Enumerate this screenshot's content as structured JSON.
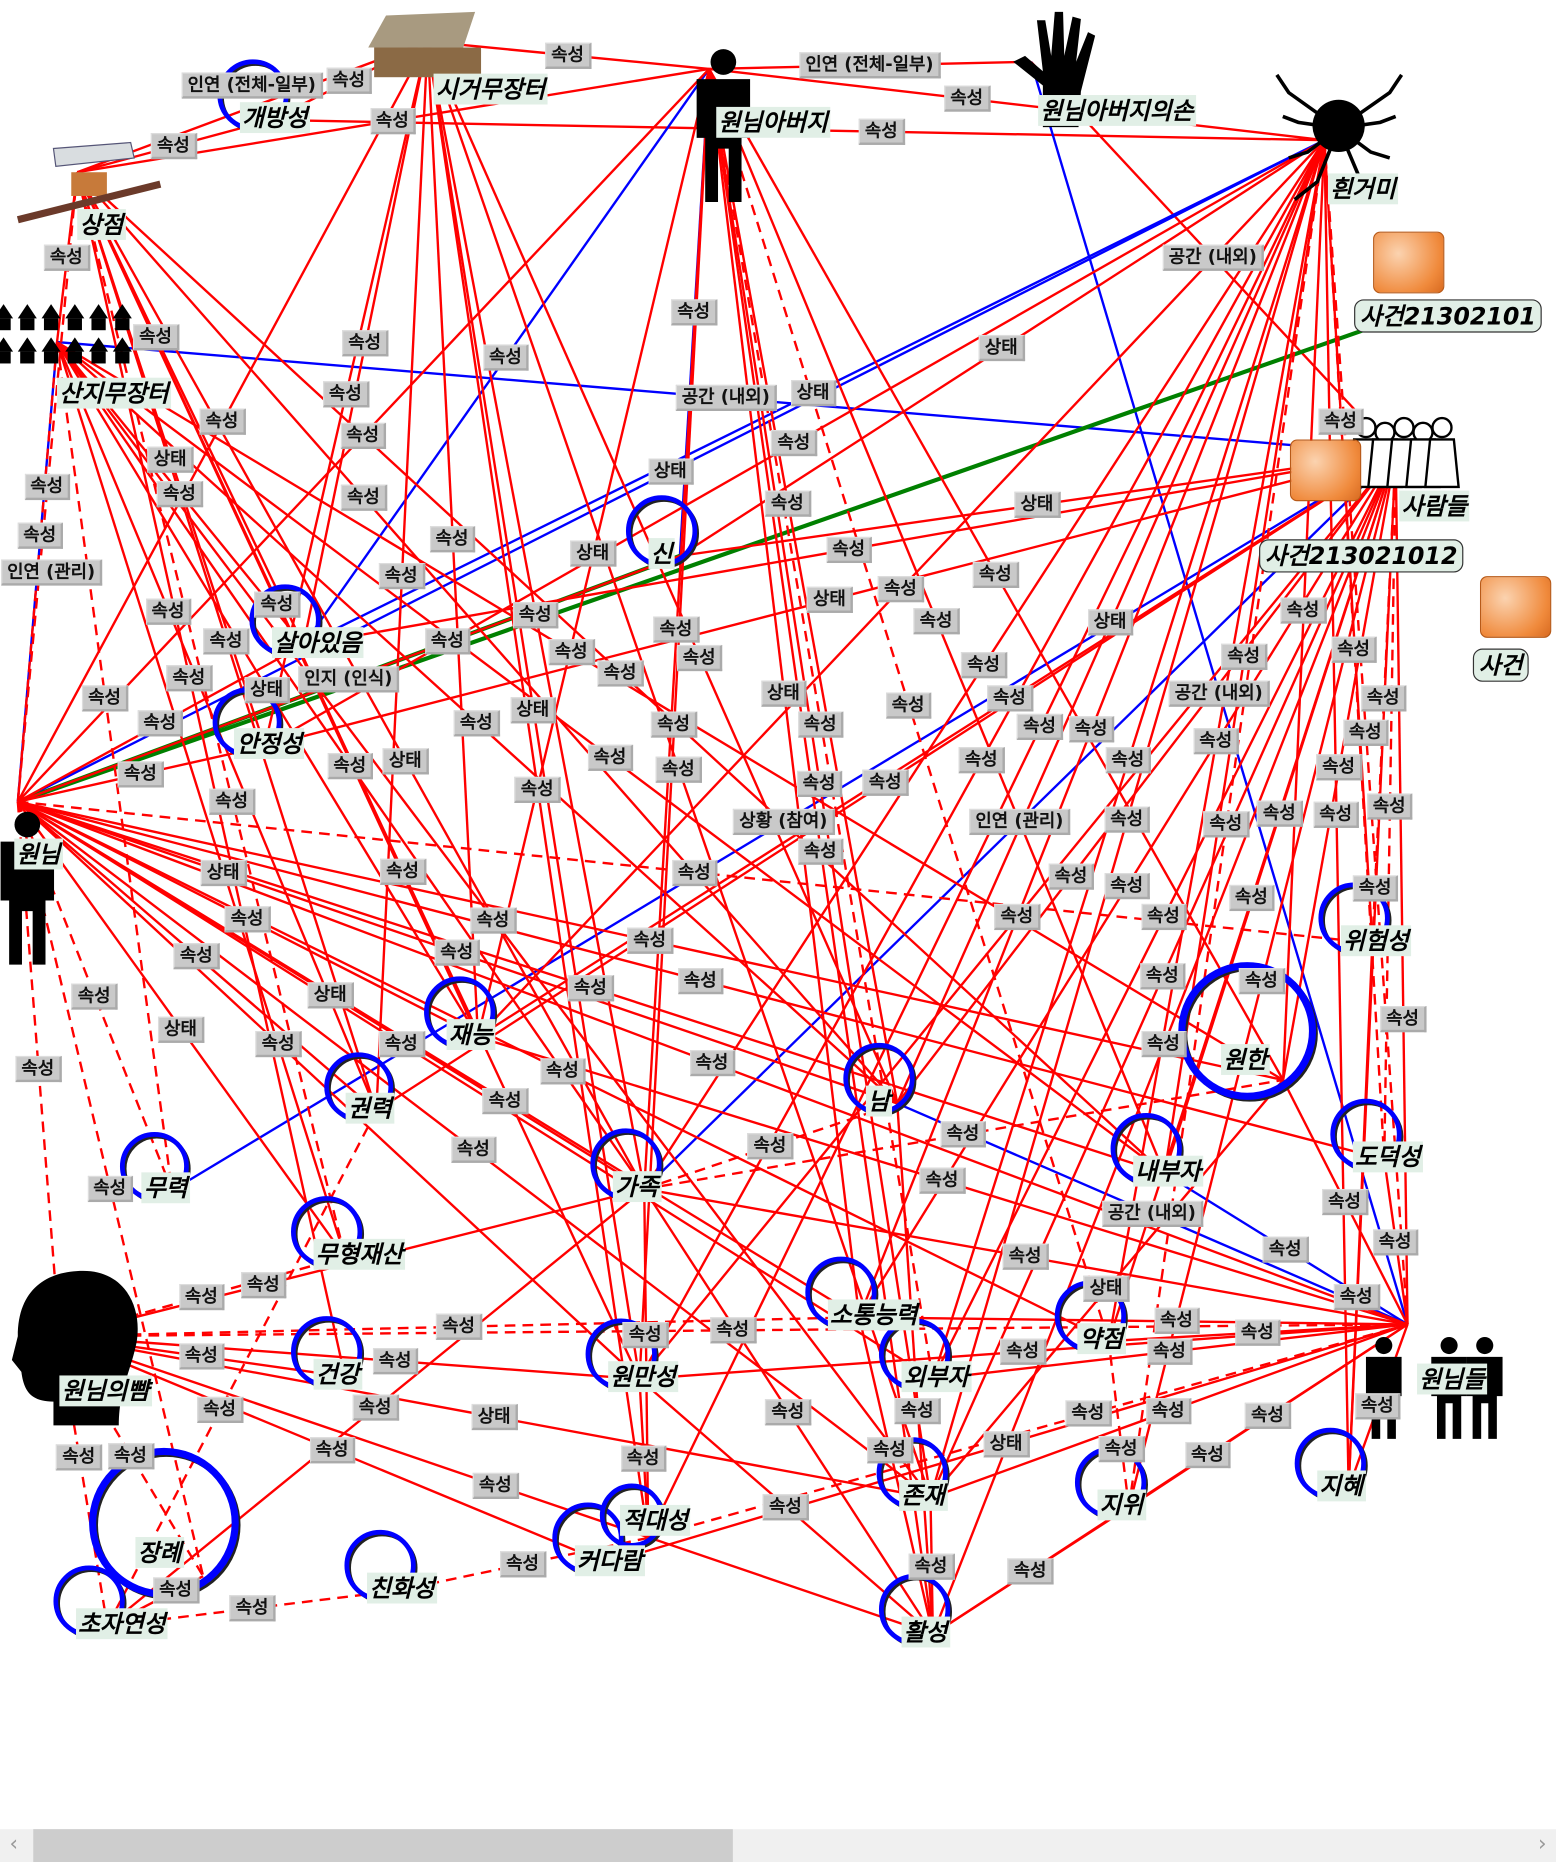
{
  "colors": {
    "relation": "#ff0000",
    "spatial": "#0000ff",
    "event": "#008000",
    "node_ring": "#0000ff",
    "label_bg": "#e1efe6",
    "edge_label_bg": "#c9c9c9"
  },
  "nodes": [
    {
      "id": "market",
      "label": "시거무장터",
      "icon": "market-stall-icon"
    },
    {
      "id": "openness",
      "label": "개방성",
      "icon": "ring"
    },
    {
      "id": "shop",
      "label": "상점",
      "icon": "stall-icon"
    },
    {
      "id": "village",
      "label": "산지무장터",
      "icon": "village-icon"
    },
    {
      "id": "father",
      "label": "원님아버지",
      "icon": "person-icon"
    },
    {
      "id": "hand",
      "label": "원님아버지의손",
      "icon": "hand-icon"
    },
    {
      "id": "spider",
      "label": "흰거미",
      "icon": "spider-icon"
    },
    {
      "id": "case1",
      "label": "사건21302101",
      "icon": "case-box-icon"
    },
    {
      "id": "people",
      "label": "사람들",
      "icon": "people-group-icon"
    },
    {
      "id": "case2",
      "label": "사건213021012",
      "icon": "case-box-icon"
    },
    {
      "id": "case3",
      "label": "사건",
      "icon": "case-box-icon"
    },
    {
      "id": "wonnim",
      "label": "원님",
      "icon": "person-icon"
    },
    {
      "id": "sin",
      "label": "신",
      "icon": "ring"
    },
    {
      "id": "alive",
      "label": "살아있음",
      "icon": "ring"
    },
    {
      "id": "stable",
      "label": "안정성",
      "icon": "ring"
    },
    {
      "id": "talent",
      "label": "재능",
      "icon": "ring"
    },
    {
      "id": "power",
      "label": "권력",
      "icon": "ring"
    },
    {
      "id": "force",
      "label": "무력",
      "icon": "ring"
    },
    {
      "id": "intangible",
      "label": "무형재산",
      "icon": "ring"
    },
    {
      "id": "family",
      "label": "가족",
      "icon": "ring"
    },
    {
      "id": "nam",
      "label": "남",
      "icon": "ring"
    },
    {
      "id": "grudge",
      "label": "원한",
      "icon": "ring"
    },
    {
      "id": "danger",
      "label": "위험성",
      "icon": "ring"
    },
    {
      "id": "moral",
      "label": "도덕성",
      "icon": "ring"
    },
    {
      "id": "insider",
      "label": "내부자",
      "icon": "ring"
    },
    {
      "id": "cheek",
      "label": "원님의뺨",
      "icon": "head-icon"
    },
    {
      "id": "health",
      "label": "건강",
      "icon": "ring"
    },
    {
      "id": "harmony",
      "label": "원만성",
      "icon": "ring"
    },
    {
      "id": "comm",
      "label": "소통능력",
      "icon": "ring"
    },
    {
      "id": "outsider",
      "label": "외부자",
      "icon": "ring"
    },
    {
      "id": "weak",
      "label": "약점",
      "icon": "ring"
    },
    {
      "id": "wonnims",
      "label": "원님들",
      "icon": "people-row-icon"
    },
    {
      "id": "funeral",
      "label": "장례",
      "icon": "ring"
    },
    {
      "id": "super",
      "label": "초자연성",
      "icon": "ring"
    },
    {
      "id": "friendly",
      "label": "친화성",
      "icon": "ring"
    },
    {
      "id": "big",
      "label": "커다람",
      "icon": "ring"
    },
    {
      "id": "hostile",
      "label": "적대성",
      "icon": "ring"
    },
    {
      "id": "exist",
      "label": "존재",
      "icon": "ring"
    },
    {
      "id": "status",
      "label": "지위",
      "icon": "ring"
    },
    {
      "id": "wisdom",
      "label": "지혜",
      "icon": "ring"
    },
    {
      "id": "active",
      "label": "활성",
      "icon": "ring"
    }
  ],
  "edges": [
    [
      "father",
      "hand",
      "인연 (전체-일부)",
      "s"
    ],
    [
      "father",
      "spider",
      "속성",
      "s"
    ],
    [
      "market",
      "openness",
      "속성",
      "s"
    ],
    [
      "shop",
      "openness",
      "속성",
      "s"
    ],
    [
      "shop",
      "market",
      "인연 (전체-일부)",
      "s"
    ],
    [
      "shop",
      "village",
      "속성",
      "s"
    ],
    [
      "openness",
      "spider",
      "속성",
      "s"
    ],
    [
      "market",
      "father",
      "속성",
      "s"
    ],
    [
      "hand",
      "people",
      "공간 (내외)",
      "s"
    ],
    [
      "village",
      "people",
      "공간 (내외)",
      "b"
    ],
    [
      "wonnim",
      "village",
      "인연 (관리)",
      "b"
    ],
    [
      "father",
      "alive",
      "속성",
      "b"
    ],
    [
      "father",
      "sin",
      "속성",
      "b"
    ],
    [
      "spider",
      "alive",
      "상태",
      "b"
    ],
    [
      "spider",
      "wonnim",
      "상태",
      "b"
    ],
    [
      "people",
      "force",
      "상황 (참여)",
      "b"
    ],
    [
      "people",
      "family",
      "인연 (관리)",
      "b"
    ],
    [
      "wonnims",
      "nam",
      "공간 (내외)",
      "b"
    ],
    [
      "wonnims",
      "insider",
      "속성",
      "b"
    ],
    [
      "wonnims",
      "hand",
      "공간 (내외)",
      "b"
    ],
    [
      "wonnim",
      "case1",
      "",
      "g"
    ],
    [
      "wonnim",
      "sin",
      "인지 (인식)",
      "g"
    ],
    [
      "wonnim",
      "alive",
      "속성",
      "s"
    ],
    [
      "wonnim",
      "stable",
      "속성",
      "s"
    ],
    [
      "wonnim",
      "talent",
      "속성",
      "s"
    ],
    [
      "wonnim",
      "power",
      "속성",
      "s"
    ],
    [
      "wonnim",
      "force",
      "속성",
      "d"
    ],
    [
      "wonnim",
      "family",
      "상태",
      "s"
    ],
    [
      "wonnim",
      "nam",
      "속성",
      "s"
    ],
    [
      "wonnim",
      "grudge",
      "속성",
      "s"
    ],
    [
      "wonnim",
      "insider",
      "속성",
      "s"
    ],
    [
      "wonnim",
      "harmony",
      "속성",
      "s"
    ],
    [
      "wonnim",
      "comm",
      "속성",
      "s"
    ],
    [
      "wonnim",
      "exist",
      "속성",
      "s"
    ],
    [
      "wonnim",
      "wonnims",
      "속성",
      "s"
    ],
    [
      "wonnim",
      "cheek",
      "속성",
      "d"
    ],
    [
      "wonnim",
      "danger",
      "속성",
      "d"
    ],
    [
      "wonnim",
      "moral",
      "속성",
      "s"
    ],
    [
      "wonnim",
      "intangible",
      "상태",
      "s"
    ],
    [
      "wonnim",
      "outsider",
      "속성",
      "s"
    ],
    [
      "wonnim",
      "funeral",
      "속성",
      "d"
    ],
    [
      "wonnim",
      "weak",
      "속성",
      "s"
    ],
    [
      "wonnim",
      "sin",
      "속성",
      "s"
    ],
    [
      "spider",
      "talent",
      "속성",
      "s"
    ],
    [
      "spider",
      "family",
      "속성",
      "s"
    ],
    [
      "spider",
      "nam",
      "상태",
      "s"
    ],
    [
      "spider",
      "insider",
      "속성",
      "s"
    ],
    [
      "spider",
      "harmony",
      "속성",
      "s"
    ],
    [
      "spider",
      "exist",
      "속성",
      "s"
    ],
    [
      "spider",
      "grudge",
      "속성",
      "s"
    ],
    [
      "spider",
      "hostile",
      "속성",
      "s"
    ],
    [
      "spider",
      "status",
      "속성",
      "d"
    ],
    [
      "spider",
      "wisdom",
      "속성",
      "s"
    ],
    [
      "spider",
      "moral",
      "속성",
      "d"
    ],
    [
      "spider",
      "danger",
      "속성",
      "s"
    ],
    [
      "spider",
      "stable",
      "속성",
      "s"
    ],
    [
      "spider",
      "sin",
      "상태",
      "s"
    ],
    [
      "spider",
      "wonnims",
      "속성",
      "d"
    ],
    [
      "spider",
      "comm",
      "속성",
      "s"
    ],
    [
      "spider",
      "outsider",
      "속성",
      "s"
    ],
    [
      "spider",
      "weak",
      "속성",
      "s"
    ],
    [
      "people",
      "talent",
      "속성",
      "s"
    ],
    [
      "people",
      "nam",
      "속성",
      "s"
    ],
    [
      "people",
      "grudge",
      "속성",
      "s"
    ],
    [
      "people",
      "insider",
      "속성",
      "s"
    ],
    [
      "people",
      "exist",
      "속성",
      "s"
    ],
    [
      "people",
      "status",
      "속성",
      "s"
    ],
    [
      "people",
      "wisdom",
      "속성",
      "s"
    ],
    [
      "people",
      "power",
      "속성",
      "s"
    ],
    [
      "people",
      "harmony",
      "속성",
      "s"
    ],
    [
      "people",
      "comm",
      "속성",
      "s"
    ],
    [
      "people",
      "outsider",
      "속성",
      "s"
    ],
    [
      "people",
      "weak",
      "속성",
      "s"
    ],
    [
      "people",
      "active",
      "속성",
      "s"
    ],
    [
      "people",
      "moral",
      "속성",
      "d"
    ],
    [
      "people",
      "danger",
      "속성",
      "d"
    ],
    [
      "people",
      "wonnims",
      "속성",
      "s"
    ],
    [
      "people",
      "sin",
      "상태",
      "s"
    ],
    [
      "people",
      "alive",
      "속성",
      "s"
    ],
    [
      "people",
      "stable",
      "상태",
      "s"
    ],
    [
      "father",
      "family",
      "속성",
      "s"
    ],
    [
      "father",
      "talent",
      "상태",
      "s"
    ],
    [
      "father",
      "nam",
      "속성",
      "s"
    ],
    [
      "father",
      "insider",
      "속성",
      "s"
    ],
    [
      "father",
      "exist",
      "속성",
      "s"
    ],
    [
      "father",
      "harmony",
      "속성",
      "s"
    ],
    [
      "father",
      "comm",
      "상태",
      "s"
    ],
    [
      "father",
      "active",
      "속성",
      "s"
    ],
    [
      "father",
      "outsider",
      "속성",
      "d"
    ],
    [
      "father",
      "weak",
      "속성",
      "d"
    ],
    [
      "father",
      "grudge",
      "속성",
      "s"
    ],
    [
      "father",
      "wonnim",
      "속성",
      "s"
    ],
    [
      "father",
      "shop",
      "속성",
      "s"
    ],
    [
      "market",
      "alive",
      "속성",
      "s"
    ],
    [
      "market",
      "stable",
      "속성",
      "s"
    ],
    [
      "market",
      "talent",
      "속성",
      "s"
    ],
    [
      "market",
      "family",
      "속성",
      "s"
    ],
    [
      "market",
      "harmony",
      "상태",
      "s"
    ],
    [
      "market",
      "nam",
      "속성",
      "s"
    ],
    [
      "market",
      "power",
      "속성",
      "s"
    ],
    [
      "market",
      "exist",
      "속성",
      "s"
    ],
    [
      "market",
      "hostile",
      "속성",
      "s"
    ],
    [
      "market",
      "wonnim",
      "속성",
      "s"
    ],
    [
      "shop",
      "wonnim",
      "속성",
      "d"
    ],
    [
      "shop",
      "talent",
      "속성",
      "s"
    ],
    [
      "shop",
      "power",
      "속성",
      "s"
    ],
    [
      "shop",
      "family",
      "상태",
      "s"
    ],
    [
      "shop",
      "nam",
      "속성",
      "s"
    ],
    [
      "shop",
      "intangible",
      "속성",
      "d"
    ],
    [
      "shop",
      "health",
      "속성",
      "s"
    ],
    [
      "shop",
      "harmony",
      "속성",
      "s"
    ],
    [
      "shop",
      "alive",
      "속성",
      "s"
    ],
    [
      "shop",
      "stable",
      "상태",
      "s"
    ],
    [
      "shop",
      "insider",
      "속성",
      "s"
    ],
    [
      "village",
      "wonnim",
      "속성",
      "d"
    ],
    [
      "village",
      "talent",
      "상태",
      "s"
    ],
    [
      "village",
      "power",
      "속성",
      "s"
    ],
    [
      "village",
      "force",
      "속성",
      "d"
    ],
    [
      "village",
      "family",
      "속성",
      "s"
    ],
    [
      "village",
      "alive",
      "속성",
      "s"
    ],
    [
      "village",
      "nam",
      "속성",
      "s"
    ],
    [
      "village",
      "exist",
      "속성",
      "s"
    ],
    [
      "village",
      "grudge",
      "속성",
      "s"
    ],
    [
      "village",
      "intangible",
      "상태",
      "s"
    ],
    [
      "village",
      "insider",
      "속성",
      "s"
    ],
    [
      "cheek",
      "funeral",
      "속성",
      "d"
    ],
    [
      "cheek",
      "super",
      "속성",
      "d"
    ],
    [
      "cheek",
      "health",
      "속성",
      "s"
    ],
    [
      "cheek",
      "harmony",
      "속성",
      "s"
    ],
    [
      "cheek",
      "family",
      "속성",
      "s"
    ],
    [
      "cheek",
      "exist",
      "상태",
      "s"
    ],
    [
      "cheek",
      "wonnims",
      "속성",
      "d"
    ],
    [
      "cheek",
      "active",
      "속성",
      "s"
    ],
    [
      "cheek",
      "big",
      "속성",
      "s"
    ],
    [
      "cheek",
      "comm",
      "속성",
      "d"
    ],
    [
      "cheek",
      "intangible",
      "속성",
      "d"
    ],
    [
      "wonnims",
      "exist",
      "속성",
      "s"
    ],
    [
      "wonnims",
      "status",
      "속성",
      "s"
    ],
    [
      "wonnims",
      "wisdom",
      "속성",
      "s"
    ],
    [
      "wonnims",
      "active",
      "속성",
      "s"
    ],
    [
      "wonnims",
      "big",
      "상태",
      "s"
    ],
    [
      "wonnims",
      "hostile",
      "속성",
      "d"
    ],
    [
      "wonnims",
      "harmony",
      "속성",
      "s"
    ],
    [
      "wonnims",
      "family",
      "속성",
      "s"
    ],
    [
      "wonnims",
      "comm",
      "속성",
      "s"
    ],
    [
      "wonnims",
      "outsider",
      "속성",
      "s"
    ],
    [
      "wonnims",
      "weak",
      "속성",
      "s"
    ],
    [
      "wonnims",
      "moral",
      "속성",
      "s"
    ],
    [
      "wonnims",
      "grudge",
      "속성",
      "s"
    ],
    [
      "wonnims",
      "talent",
      "속성",
      "s"
    ],
    [
      "active",
      "family",
      "속성",
      "s"
    ],
    [
      "active",
      "exist",
      "속성",
      "s"
    ],
    [
      "active",
      "harmony",
      "속성",
      "s"
    ],
    [
      "active",
      "comm",
      "속성",
      "s"
    ],
    [
      "active",
      "nam",
      "속성",
      "s"
    ],
    [
      "active",
      "status",
      "속성",
      "s"
    ],
    [
      "hostile",
      "family",
      "속성",
      "s"
    ],
    [
      "hostile",
      "harmony",
      "속성",
      "s"
    ],
    [
      "hostile",
      "friendly",
      "속성",
      "d"
    ],
    [
      "super",
      "friendly",
      "속성",
      "d"
    ],
    [
      "super",
      "funeral",
      "속성",
      "s"
    ],
    [
      "super",
      "family",
      "속성",
      "s"
    ],
    [
      "super",
      "power",
      "속성",
      "d"
    ],
    [
      "exist",
      "grudge",
      "상태",
      "s"
    ],
    [
      "status",
      "weak",
      "속성",
      "d"
    ],
    [
      "wisdom",
      "danger",
      "속성",
      "s"
    ],
    [
      "family",
      "nam",
      "속성",
      "d"
    ],
    [
      "family",
      "grudge",
      "속성",
      "d"
    ]
  ],
  "scrollbar": {
    "left_arrow": "‹",
    "right_arrow": "›",
    "position_fraction": 0.0,
    "visible_fraction": 0.47
  }
}
